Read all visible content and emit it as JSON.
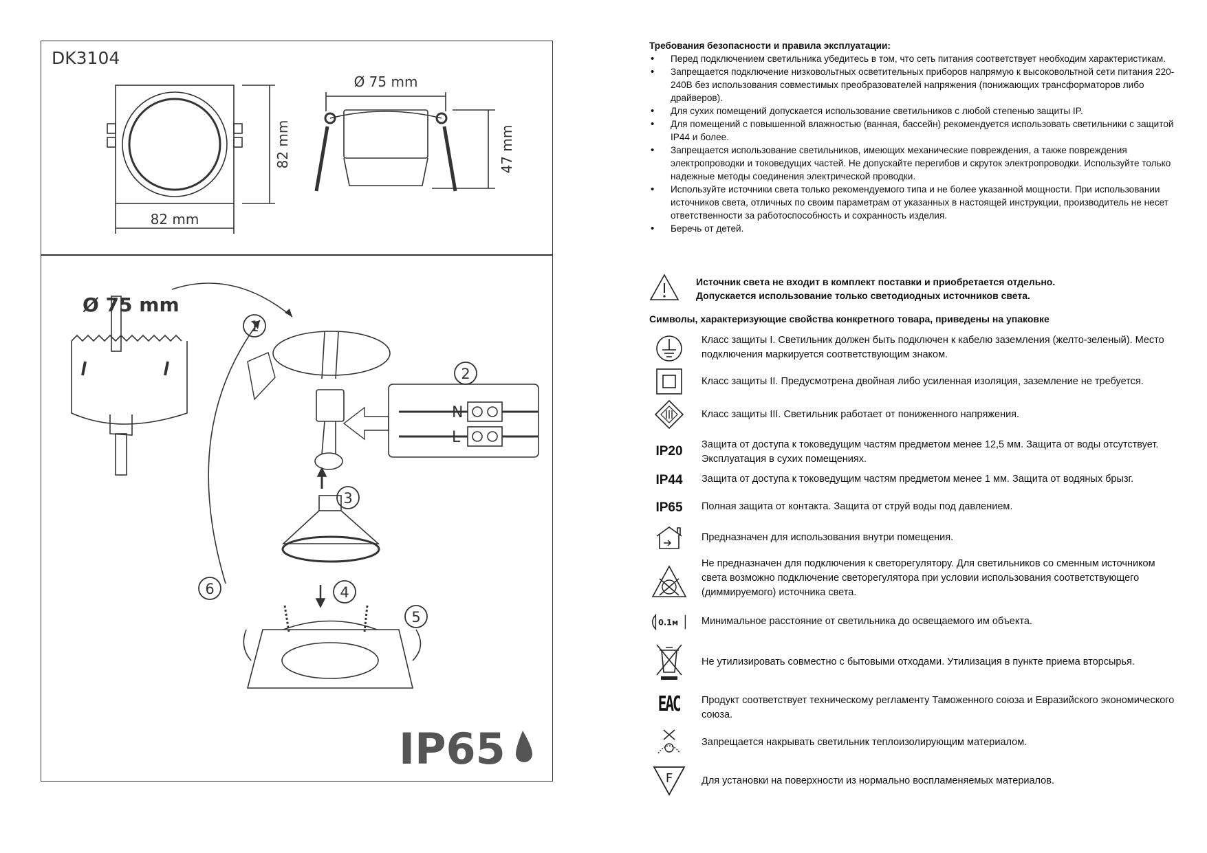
{
  "model": "DK3104",
  "dims": {
    "diameter": "Ø 75 mm",
    "height": "47 mm",
    "side_h": "82 mm",
    "side_w": "82 mm",
    "cutout": "Ø 75 mm"
  },
  "steps": [
    "1",
    "2",
    "3",
    "4",
    "5",
    "6"
  ],
  "wiring": {
    "n": "N",
    "l": "L"
  },
  "ip_badge": "IP65",
  "requirements": {
    "title": "Требования безопасности и правила эксплуатации:",
    "items": [
      "Перед подключением светильника убедитесь в том, что сеть питания соответствует необходим характеристикам.",
      "Запрещается подключение низковольтных осветительных приборов напрямую к высоковольтной сети питания 220-240В без использования совместимых преобразователей напряжения (понижающих трансформаторов либо драйверов).",
      "Для сухих помещений допускается использование светильников с любой степенью защиты IP.",
      "Для помещений с повышенной влажностью (ванная, бассейн) рекомендуется использовать светильники с защитой IP44 и более.",
      "Запрещается использование светильников, имеющих механические повреждения, а также повреждения электропроводки и токоведущих частей. Не допускайте перегибов и скруток электропроводки. Используйте только надежные методы соединения электрической проводки.",
      "Используйте источники света только рекомендуемого типа и не более указанной мощности. При использовании источников света, отличных по своим параметрам от указанных в настоящей инструкции, производитель не несет ответственности за работоспособность и сохранность изделия.",
      "Беречь от детей."
    ]
  },
  "warning": {
    "line1": "Источник света не входит в комплект поставки и приобретается отдельно.",
    "line2": "Допускается использование только светодиодных источников света."
  },
  "symbols_title": "Символы, характеризующие свойства конкретного товара, приведены на упаковке",
  "symbols": [
    {
      "icon": "earth-ground-icon",
      "text": "Класс защиты I. Светильник должен быть подключен к кабелю заземления (желто-зеленый). Место подключения маркируется соответствующим знаком."
    },
    {
      "icon": "double-square-icon",
      "text": "Класс защиты II. Предусмотрена двойная либо усиленная изоляция, заземление не требуется."
    },
    {
      "icon": "class-three-icon",
      "text": "Класс защиты III. Светильник работает от пониженного напряжения."
    },
    {
      "icon": "ip20-code",
      "code": "IP20",
      "text": "Защита от доступа к токоведущим частям предметом менее 12,5 мм. Защита от воды отсутствует. Эксплуатация в сухих помещениях."
    },
    {
      "icon": "ip44-code",
      "code": "IP44",
      "text": "Защита от доступа к токоведущим частям предметом менее 1 мм. Защита от водяных брызг."
    },
    {
      "icon": "ip65-code",
      "code": "IP65",
      "text": "Полная защита от контакта. Защита от струй воды под давлением."
    },
    {
      "icon": "indoor-house-icon",
      "text": "Предназначен для использования внутри помещения."
    },
    {
      "icon": "no-dimmer-icon",
      "text": "Не предназначен для подключения к светорегулятору. Для светильников со сменным источником света возможно подключение светорегулятора при условии использования соответствующего (диммируемого) источника света."
    },
    {
      "icon": "min-distance-icon",
      "label": "0.1м",
      "text": "Минимальное расстояние от светильника до освещаемого им объекта."
    },
    {
      "icon": "crossed-bin-icon",
      "text": "Не утилизировать совместно с бытовыми отходами. Утилизация в пункте приема вторсырья."
    },
    {
      "icon": "eac-mark-icon",
      "label": "EAC",
      "text": "Продукт соответствует техническому регламенту Таможенного союза и Евразийского экономического союза."
    },
    {
      "icon": "no-cover-insulation-icon",
      "text": "Запрещается накрывать светильник теплоизолирующим материалом."
    },
    {
      "icon": "f-mark-icon",
      "label": "F",
      "text": "Для установки на поверхности из нормально воспламеняемых материалов."
    }
  ]
}
